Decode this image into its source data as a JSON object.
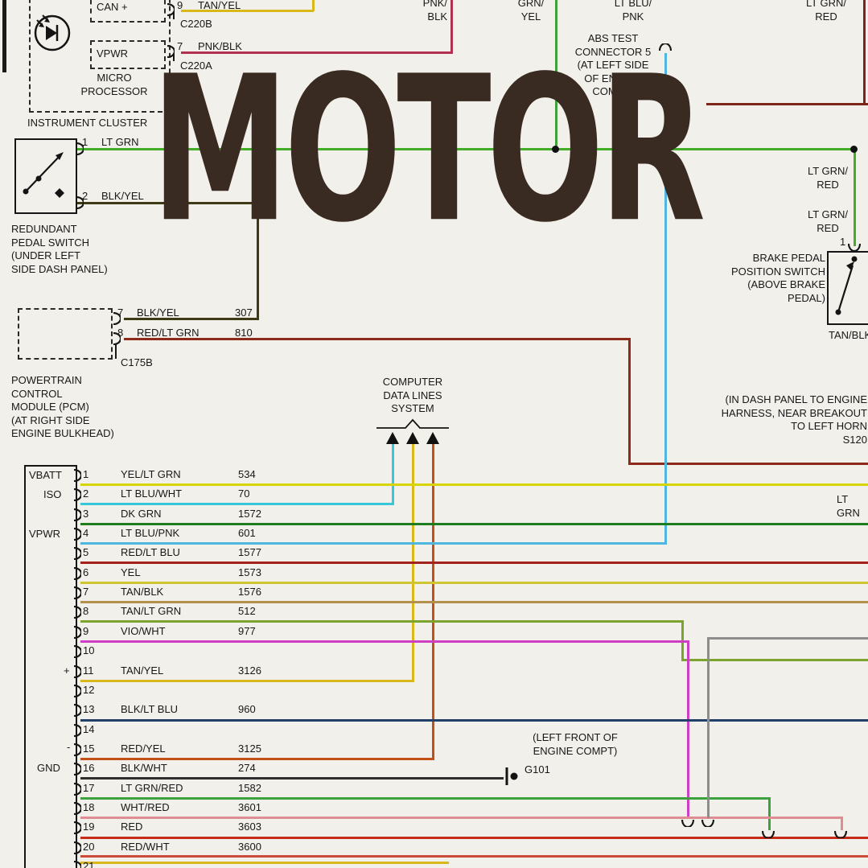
{
  "watermark": {
    "text": "MOTOR"
  },
  "colors": {
    "lt_grn": "#44ad28",
    "grn_yel": "#44a03c",
    "tan_yel": "#d8b81a",
    "pnk_blk": "#b23052",
    "blk_yel": "#3d3a15",
    "red_lt_grn": "#8e2a1a",
    "lt_grn_red_dark": "#7c2518",
    "lt_blu_pnk": "#4fb6e0",
    "yel_lt_grn": "#d8d400",
    "lt_blu_wht": "#38c6da",
    "dk_grn": "#1f7d1f",
    "red_lt_blu": "#a3231c",
    "yel": "#cfc52e",
    "tan_blk": "#b3914d",
    "tan_lt_grn": "#7ba32e",
    "vio_wht": "#cf3fc4",
    "blk_lt_blu": "#23406b",
    "red_yel": "#c25018",
    "blk_wht": "#2e2e2e",
    "lt_grn_red": "#3da23d",
    "wht_red": "#df8d92",
    "red": "#c62c18",
    "red_wht": "#cc4b38",
    "gray": "#8d8d8d",
    "black": "#1a1a1a"
  },
  "instrument_cluster": {
    "title": "INSTRUMENT CLUSTER",
    "processor": "MICRO\nPROCESSOR",
    "can": "CAN +",
    "vpwr": "VPWR",
    "pin9": "9",
    "pin9_wire": "TAN/YEL",
    "pin9_conn": "C220B",
    "pin7": "7",
    "pin7_wire": "PNK/BLK",
    "pin7_conn": "C220A"
  },
  "top_wires": {
    "pnk_blk": "PNK/\nBLK",
    "grn_yel": "GRN/\nYEL",
    "lt_blu_pnk": "LT BLU/\nPNK",
    "lt_grn_red": "LT GRN/\nRED"
  },
  "abs_connector": {
    "caption": "ABS TEST\nCONNECTOR 5\n(AT LEFT SIDE\nOF ENGINE\nCOMPT)"
  },
  "redundant_switch": {
    "pin1": "1",
    "pin1_wire": "LT GRN",
    "pin2": "2",
    "pin2_wire": "BLK/YEL",
    "caption": "REDUNDANT\nPEDAL SWITCH\n(UNDER LEFT\nSIDE DASH PANEL)"
  },
  "brake_switch": {
    "wire1": "LT GRN/\nRED",
    "wire2": "LT GRN/\nRED",
    "pin": "1",
    "caption": "BRAKE PEDAL\nPOSITION SWITCH\n(ABOVE BRAKE\nPEDAL)",
    "lower_wire": "TAN/BLK"
  },
  "pcm": {
    "pin7": "7",
    "pin7_wire": "BLK/YEL",
    "pin7_circuit": "307",
    "pin8": "8",
    "pin8_wire": "RED/LT GRN",
    "pin8_circuit": "810",
    "connector": "C175B",
    "caption": "POWERTRAIN\nCONTROL\nMODULE (PCM)\n(AT RIGHT SIDE\nENGINE BULKHEAD)",
    "side_labels": {
      "vbatt": "VBATT",
      "iso": "ISO",
      "vpwr": "VPWR",
      "plus": "+",
      "minus": "-",
      "gnd": "GND"
    },
    "rows": [
      {
        "pin": "1",
        "wire": "YEL/LT GRN",
        "circuit": "534",
        "color": "yel_lt_grn"
      },
      {
        "pin": "2",
        "wire": "LT BLU/WHT",
        "circuit": "70",
        "color": "lt_blu_wht"
      },
      {
        "pin": "3",
        "wire": "DK GRN",
        "circuit": "1572",
        "color": "dk_grn"
      },
      {
        "pin": "4",
        "wire": "LT BLU/PNK",
        "circuit": "601",
        "color": "lt_blu_pnk"
      },
      {
        "pin": "5",
        "wire": "RED/LT BLU",
        "circuit": "1577",
        "color": "red_lt_blu"
      },
      {
        "pin": "6",
        "wire": "YEL",
        "circuit": "1573",
        "color": "yel"
      },
      {
        "pin": "7",
        "wire": "TAN/BLK",
        "circuit": "1576",
        "color": "tan_blk"
      },
      {
        "pin": "8",
        "wire": "TAN/LT GRN",
        "circuit": "512",
        "color": "tan_lt_grn"
      },
      {
        "pin": "9",
        "wire": "VIO/WHT",
        "circuit": "977",
        "color": "vio_wht"
      },
      {
        "pin": "10",
        "wire": "",
        "circuit": "",
        "color": null
      },
      {
        "pin": "11",
        "wire": "TAN/YEL",
        "circuit": "3126",
        "color": "tan_yel"
      },
      {
        "pin": "12",
        "wire": "",
        "circuit": "",
        "color": null
      },
      {
        "pin": "13",
        "wire": "BLK/LT BLU",
        "circuit": "960",
        "color": "blk_lt_blu"
      },
      {
        "pin": "14",
        "wire": "",
        "circuit": "",
        "color": null
      },
      {
        "pin": "15",
        "wire": "RED/YEL",
        "circuit": "3125",
        "color": "red_yel"
      },
      {
        "pin": "16",
        "wire": "BLK/WHT",
        "circuit": "274",
        "color": "blk_wht"
      },
      {
        "pin": "17",
        "wire": "LT GRN/RED",
        "circuit": "1582",
        "color": "lt_grn_red"
      },
      {
        "pin": "18",
        "wire": "WHT/RED",
        "circuit": "3601",
        "color": "wht_red"
      },
      {
        "pin": "19",
        "wire": "RED",
        "circuit": "3603",
        "color": "red"
      },
      {
        "pin": "20",
        "wire": "RED/WHT",
        "circuit": "3600",
        "color": "red_wht"
      },
      {
        "pin": "21",
        "wire": "",
        "circuit": "",
        "color": null
      }
    ]
  },
  "data_lines": {
    "caption": "COMPUTER\nDATA LINES\nSYSTEM"
  },
  "splice": {
    "caption": "(IN DASH PANEL TO ENGINE\nHARNESS, NEAR BREAKOUT\nTO LEFT HORN\nS120"
  },
  "ground": {
    "caption": "(LEFT FRONT OF\nENGINE COMPT)",
    "label": "G101"
  },
  "right_edge": {
    "wire": "LT GRN"
  }
}
